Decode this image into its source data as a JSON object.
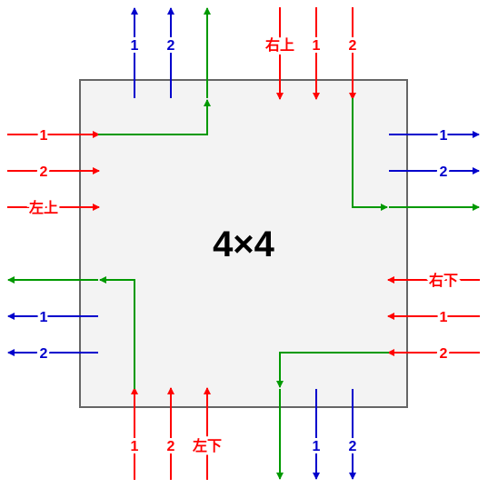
{
  "diagram": {
    "center_label": "4×4",
    "colors": {
      "red": "#ff0000",
      "blue": "#0000cc",
      "green": "#009900",
      "box_fill": "#f3f3f3",
      "box_stroke": "#666666"
    },
    "top_out": [
      "1",
      "2"
    ],
    "top_in": [
      "右上",
      "1",
      "2"
    ],
    "right_out": [
      "1",
      "2"
    ],
    "right_in": [
      "右下",
      "1",
      "2"
    ],
    "bottom_out": [
      "1",
      "2"
    ],
    "bottom_in": [
      "1",
      "2",
      "左下"
    ],
    "left_out": [
      "1",
      "2"
    ],
    "left_in": [
      "1",
      "2",
      "左上"
    ]
  }
}
